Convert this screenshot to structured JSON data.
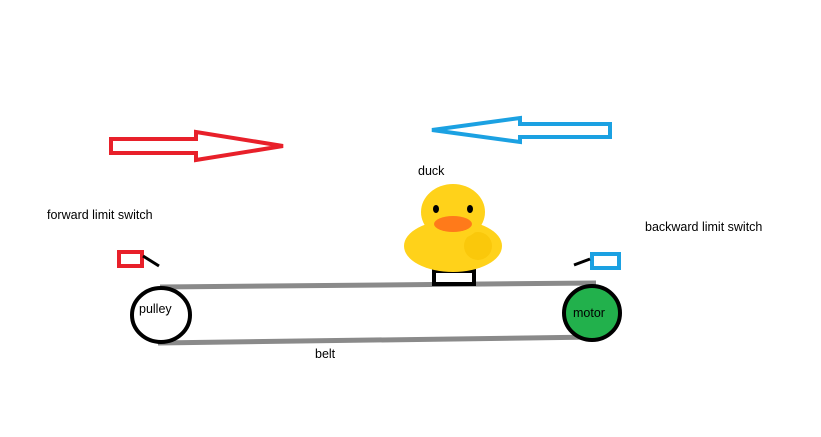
{
  "labels": {
    "duck": "duck",
    "forward_switch": "forward limit switch",
    "backward_switch": "backward limit switch",
    "pulley": "pulley",
    "motor": "motor",
    "belt": "belt"
  },
  "colors": {
    "forward": "#e8202a",
    "backward": "#1ba1e2",
    "belt": "#8a8a8a",
    "motor_fill": "#22b14c",
    "duck_body": "#ffd21a",
    "duck_beak": "#ff7a1a"
  }
}
